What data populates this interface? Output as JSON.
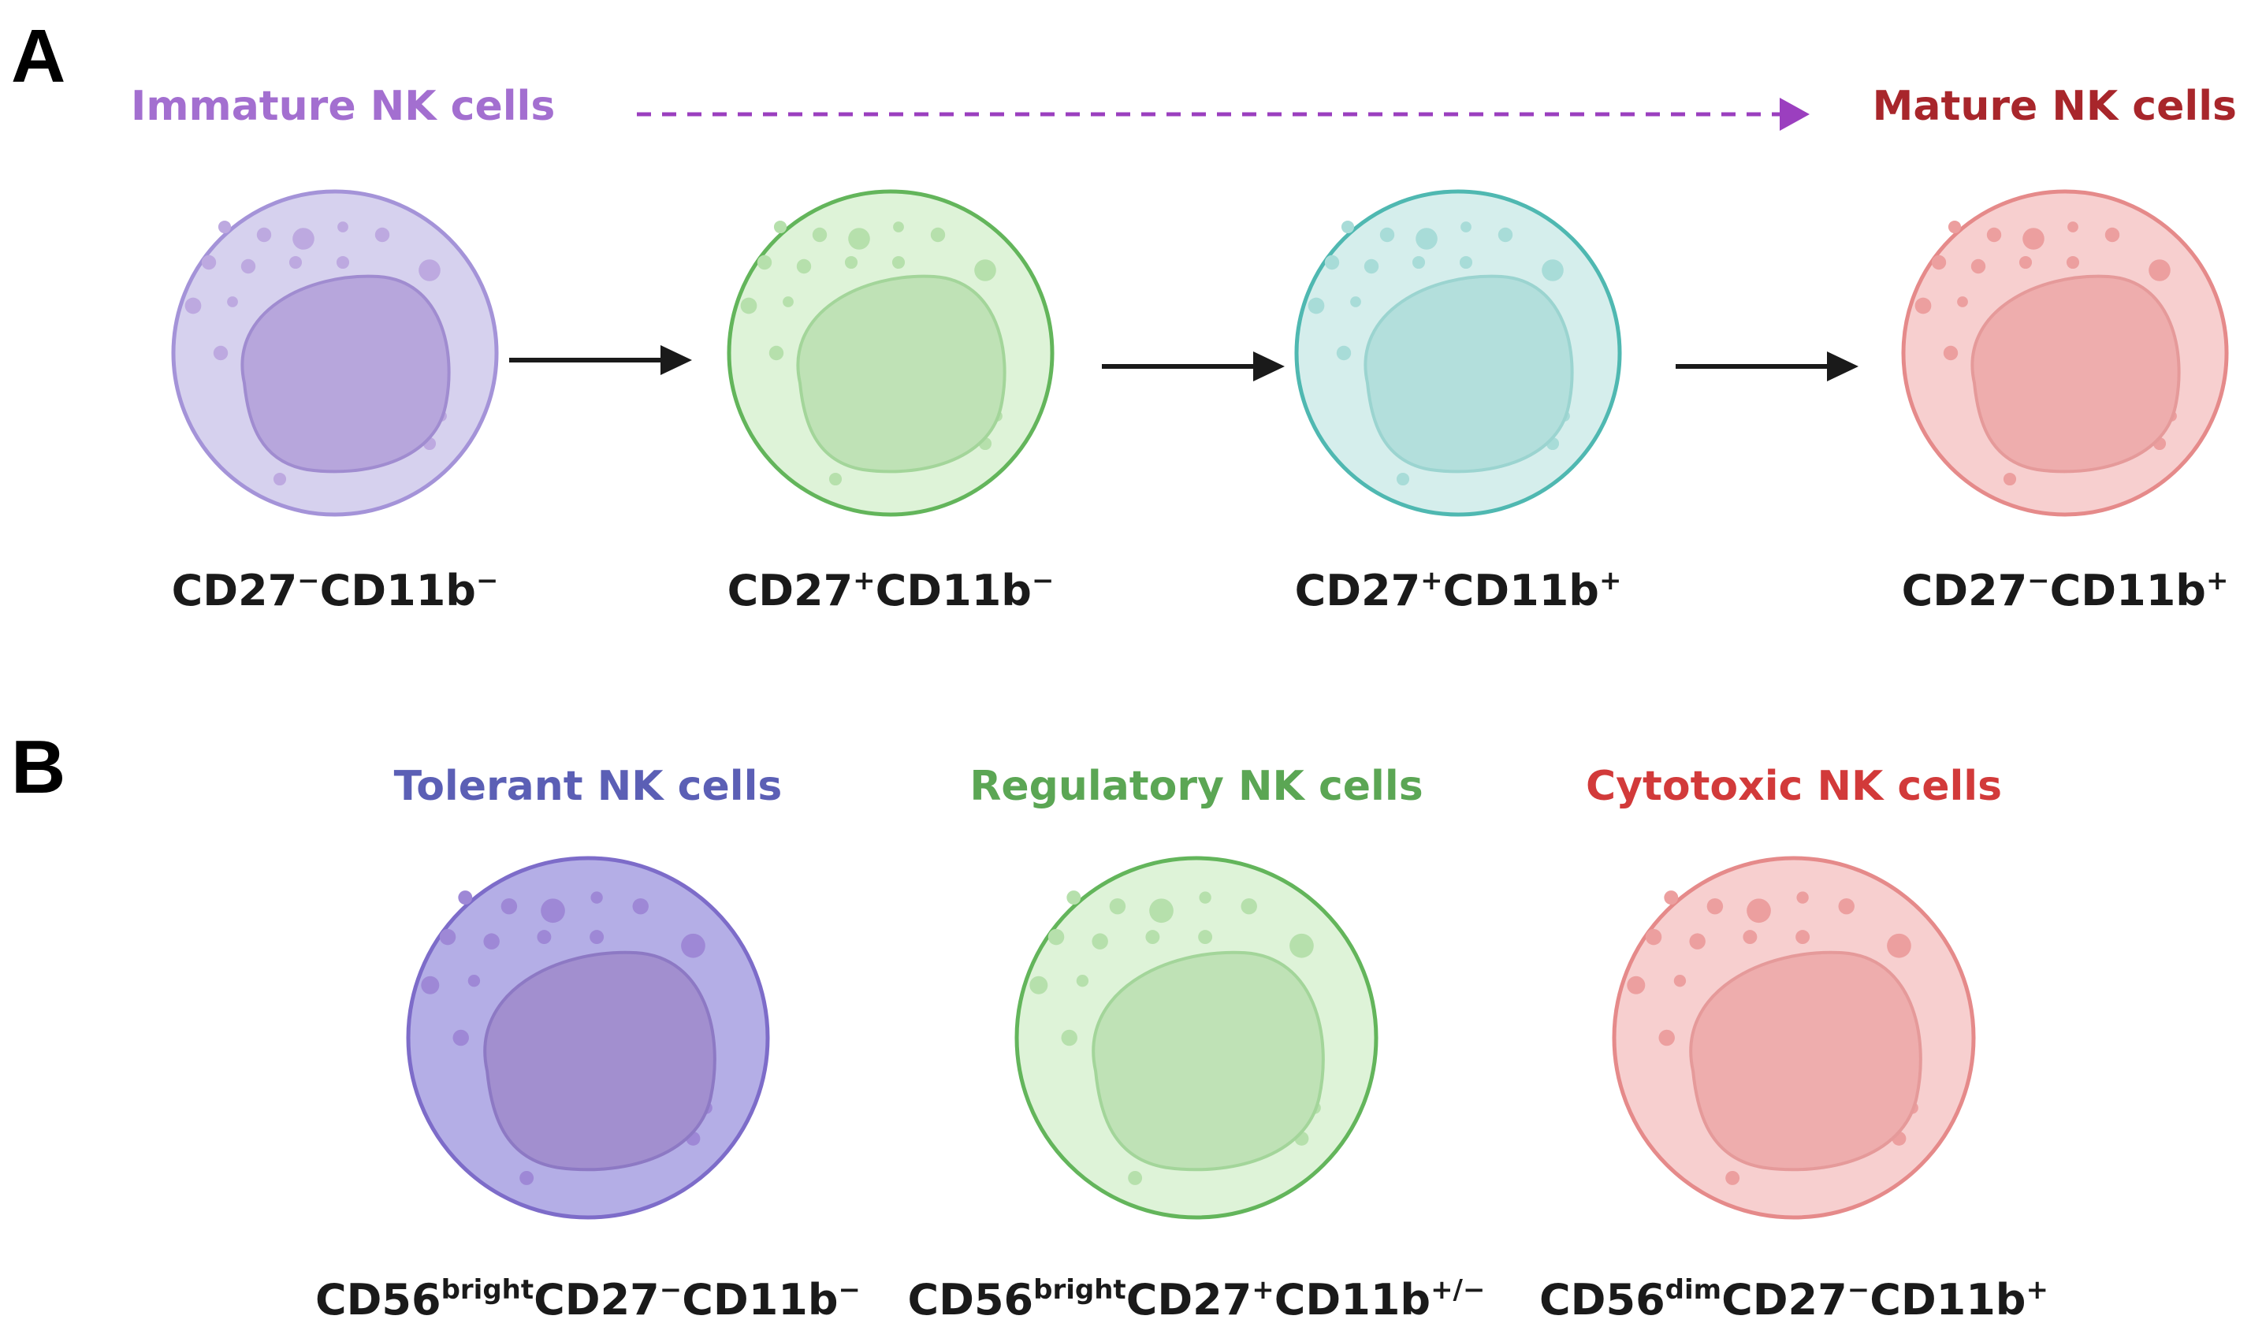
{
  "panels": {
    "a": {
      "label": "A",
      "immature_label": "Immature NK cells",
      "mature_label": "Mature NK cells",
      "cells": [
        {
          "palette": "purple",
          "marker": [
            {
              "t": "CD27"
            },
            {
              "t": "−",
              "sup": true
            },
            {
              "t": "CD11b"
            },
            {
              "t": "−",
              "sup": true
            }
          ]
        },
        {
          "palette": "green",
          "marker": [
            {
              "t": "CD27"
            },
            {
              "t": "+",
              "sup": true
            },
            {
              "t": "CD11b"
            },
            {
              "t": "−",
              "sup": true
            }
          ]
        },
        {
          "palette": "teal",
          "marker": [
            {
              "t": "CD27"
            },
            {
              "t": "+",
              "sup": true
            },
            {
              "t": "CD11b"
            },
            {
              "t": "+",
              "sup": true
            }
          ]
        },
        {
          "palette": "red",
          "marker": [
            {
              "t": "CD27"
            },
            {
              "t": "−",
              "sup": true
            },
            {
              "t": "CD11b"
            },
            {
              "t": "+",
              "sup": true
            }
          ]
        }
      ]
    },
    "b": {
      "label": "B",
      "cells": [
        {
          "title": "Tolerant NK cells",
          "palette": "violet",
          "marker": [
            {
              "t": "CD56"
            },
            {
              "t": "bright",
              "sup": true
            },
            {
              "t": "CD27"
            },
            {
              "t": "−",
              "sup": true
            },
            {
              "t": "CD11b"
            },
            {
              "t": "−",
              "sup": true
            }
          ]
        },
        {
          "title": "Regulatory NK cells",
          "palette": "green",
          "marker": [
            {
              "t": "CD56"
            },
            {
              "t": "bright",
              "sup": true
            },
            {
              "t": "CD27"
            },
            {
              "t": "+",
              "sup": true
            },
            {
              "t": "CD11b"
            },
            {
              "t": "+/−",
              "sup": true
            }
          ]
        },
        {
          "title": "Cytotoxic NK cells",
          "palette": "red",
          "marker": [
            {
              "t": "CD56"
            },
            {
              "t": "dim",
              "sup": true
            },
            {
              "t": "CD27"
            },
            {
              "t": "−",
              "sup": true
            },
            {
              "t": "CD11b"
            },
            {
              "t": "+",
              "sup": true
            }
          ]
        }
      ]
    }
  },
  "colors": {
    "immature_text": "#a36fd0",
    "mature_text": "#a8262b",
    "dashed_arrow": "#9b3fbf",
    "solid_arrow": "#1a1a1a",
    "tolerant_text": "#5b5fb5",
    "regulatory_text": "#5ba654",
    "cytotoxic_text": "#d23a3a"
  },
  "palettes": {
    "purple": {
      "fill": "#d6d1ee",
      "stroke": "#a493d8",
      "nucleus": "#b7a6dc",
      "nucleus_stroke": "#a08cd0",
      "granule": "#bda9e0"
    },
    "green": {
      "fill": "#def3d8",
      "stroke": "#63b55b",
      "nucleus": "#bfe2b6",
      "nucleus_stroke": "#a3d59a",
      "granule": "#b6e0ac"
    },
    "teal": {
      "fill": "#d5eeec",
      "stroke": "#4fb8b1",
      "nucleus": "#b3dfdc",
      "nucleus_stroke": "#9bd4d0",
      "granule": "#a8dcd8"
    },
    "red": {
      "fill": "#f7cfcf",
      "stroke": "#e58a8a",
      "nucleus": "#eeadad",
      "nucleus_stroke": "#e59a9a",
      "granule": "#ec9f9f"
    },
    "violet": {
      "fill": "#b4aee6",
      "stroke": "#7d6cc9",
      "nucleus": "#a28fcf",
      "nucleus_stroke": "#8d79c4",
      "granule": "#9e88d6"
    }
  }
}
